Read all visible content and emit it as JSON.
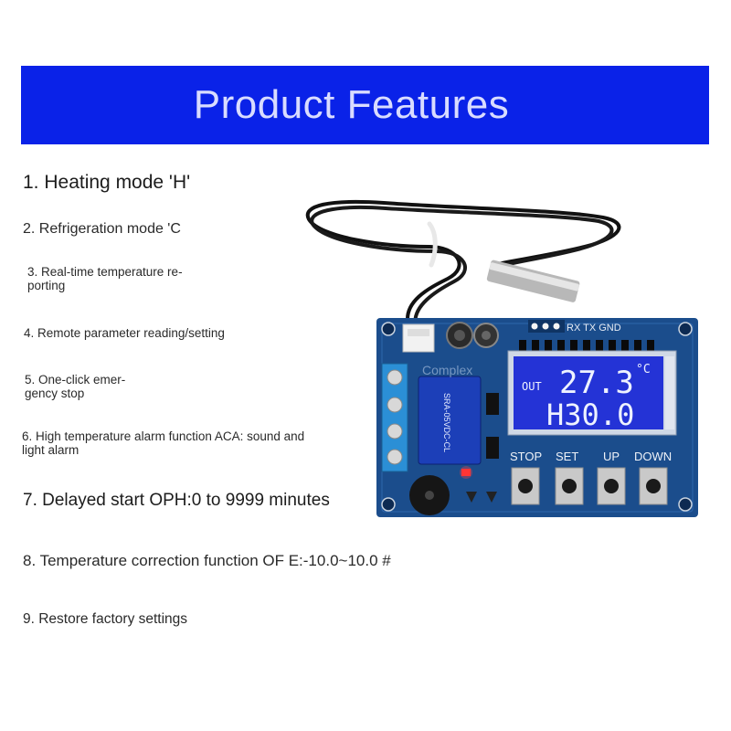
{
  "header": {
    "title": "Product Features"
  },
  "features": [
    {
      "text": "1. Heating mode 'H'"
    },
    {
      "text": "2. Refrigeration mode 'C"
    },
    {
      "lines": [
        "3. Real-time temperature re-",
        "porting"
      ]
    },
    {
      "text": "4. Remote parameter reading/setting"
    },
    {
      "lines": [
        "5. One-click emer-",
        "gency stop"
      ]
    },
    {
      "lines": [
        "6. High temperature alarm function ACA: sound and",
        "light alarm"
      ]
    },
    {
      "text": "7. Delayed start OPH:0 to 9999 minutes"
    },
    {
      "text": "8. Temperature correction function OF E:-10.0~10.0 #"
    },
    {
      "text": "9. Restore factory settings"
    }
  ],
  "board": {
    "header_pins": "RX TX GND",
    "watermark": "Complex",
    "relay_text": "SRA-05VDC-CL",
    "lcd": {
      "mode_label": "OUT",
      "temperature": "27.3",
      "unit": "°C",
      "setpoint": "H30.0"
    },
    "buttons": [
      "STOP",
      "SET",
      "UP",
      "DOWN"
    ],
    "colors": {
      "pcb": "#1b4d8c",
      "lcd": "#2433d6",
      "relay": "#1c3fb8"
    }
  }
}
